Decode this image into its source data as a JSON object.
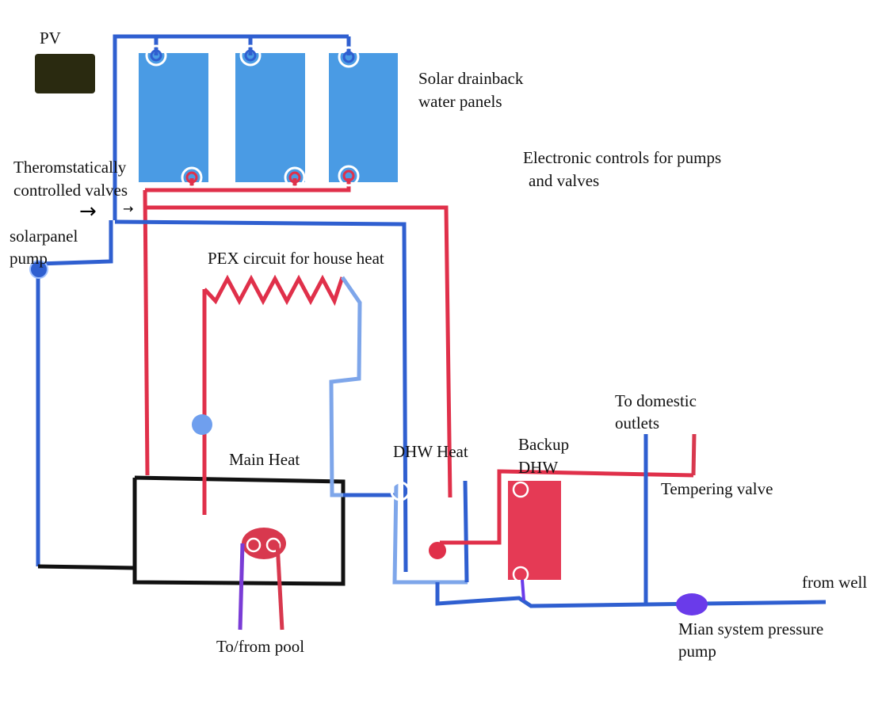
{
  "labels": {
    "pv": "PV",
    "solar_panels_line1": "Solar drainback",
    "solar_panels_line2": "water panels",
    "electronic_controls_line1": "Electronic controls for pumps",
    "electronic_controls_line2": "and valves",
    "thermostatic_line1": "Theromstatically",
    "thermostatic_line2": "controlled valves",
    "solar_pump_line1": "solarpanel",
    "solar_pump_line2": "pump",
    "pex_circuit": "PEX circuit for house heat",
    "main_heat": "Main Heat",
    "dhw_heat": "DHW Heat",
    "backup_dhw_line1": "Backup",
    "backup_dhw_line2": "DHW",
    "domestic_outlets_line1": "To domestic",
    "domestic_outlets_line2": "outlets",
    "tempering_valve": "Tempering valve",
    "from_well": "from well",
    "pressure_pump_line1": "Mian system pressure",
    "pressure_pump_line2": "pump",
    "pool": "To/from pool"
  },
  "colors": {
    "hot_pipe": "#e0304a",
    "cold_pipe": "#2f5fd0",
    "light_pipe": "#7ea6ea",
    "panel": "#4a9be4",
    "pv_panel": "#2a2a10",
    "main_tank_outline": "#111111",
    "backup_tank": "#e53a55",
    "pool_coil": "#d8384e",
    "pressure_pump": "#6a3bea",
    "pool_supply": "#7a3cd6",
    "pex_pump": "#6f9fee"
  }
}
